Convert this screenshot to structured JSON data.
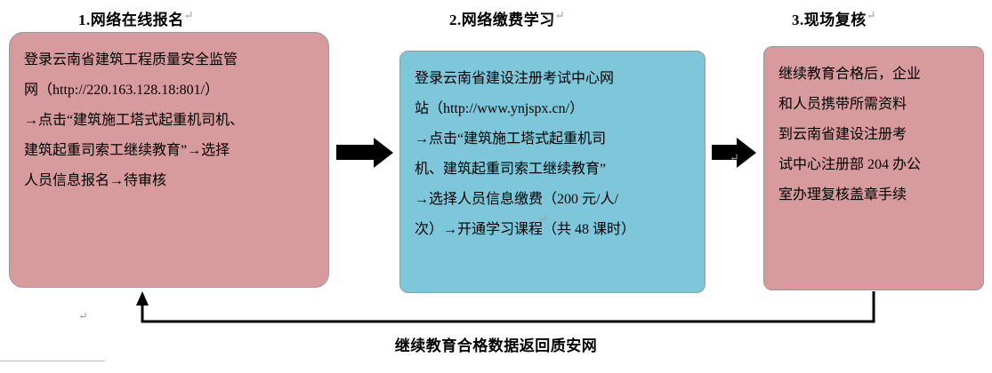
{
  "titles": {
    "step1": "1.网络在线报名",
    "step2": "2.网络缴费学习",
    "step3": "3.现场复核"
  },
  "boxes": {
    "step1": {
      "lines": [
        "登录云南省建筑工程质量安全监管",
        "网（http://220.163.128.18:801/）",
        "→点击“建筑施工塔式起重机司机、",
        "建筑起重司索工继续教育”→选择",
        "人员信息报名→待审核"
      ],
      "color": "#d79a9d"
    },
    "step2": {
      "lines": [
        "登录云南省建设注册考试中心网",
        "站（http://www.ynjspx.cn/）",
        "→点击“建筑施工塔式起重机司",
        "机、建筑起重司索工继续教育”",
        "→选择人员信息缴费（200 元/人/",
        "次）→开通学习课程（共 48 课时）"
      ],
      "color": "#7ec6d9"
    },
    "step3": {
      "lines": [
        "继续教育合格后，企业",
        "和人员携带所需资料",
        "到云南省建设注册考",
        "试中心注册部 204 办公",
        "室办理复核盖章手续"
      ],
      "color": "#d79a9d"
    }
  },
  "caption": "继续教育合格数据返回质安网",
  "marks": {
    "pilcrow": "↵"
  },
  "colors": {
    "arrow": "#000000",
    "border": "#9a9a9a",
    "text": "#000000"
  }
}
